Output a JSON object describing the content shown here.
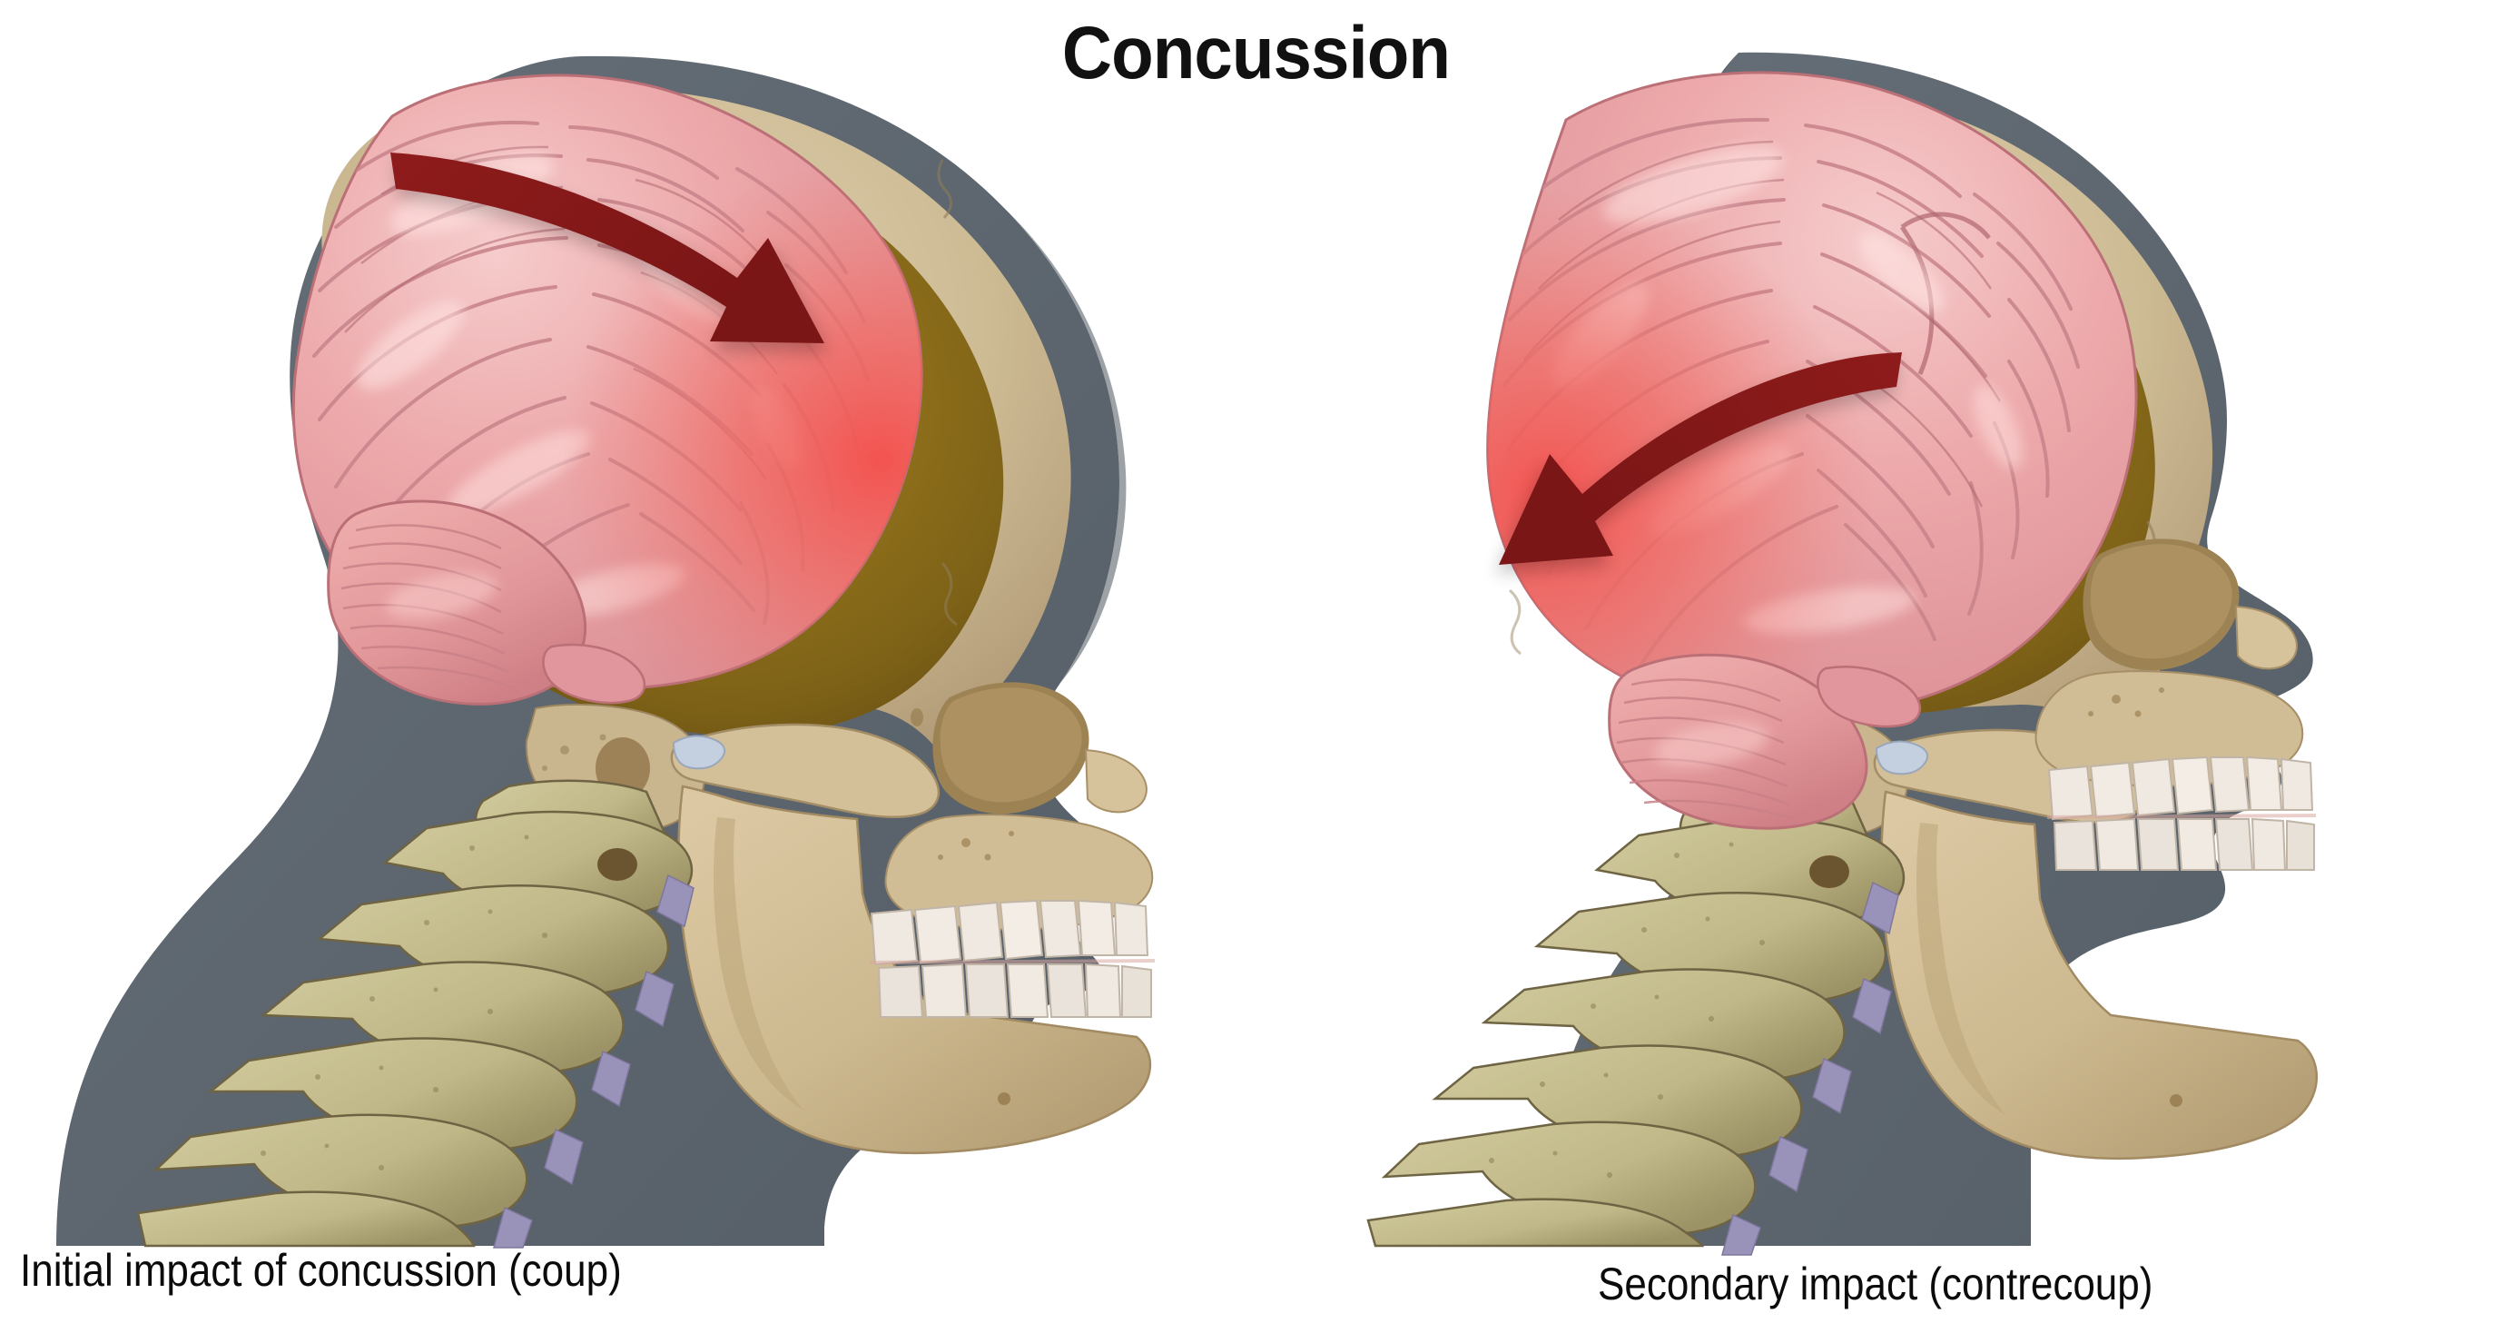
{
  "figure": {
    "title": "Concussion",
    "type": "medical-illustration",
    "subject": "Coup and contrecoup brain injury mechanism",
    "background_color": "#ffffff",
    "title_color": "#111111"
  },
  "palette": {
    "head_silhouette": "#5e6770",
    "head_silhouette_shadow": "#4d555d",
    "skull_bone": "#cdbb94",
    "skull_bone_light": "#ded0ad",
    "skull_bone_shadow": "#a8906a",
    "cranial_cavity": "#7a5e18",
    "cranial_cavity_light": "#9c7c22",
    "brain_pink": "#eaa3a6",
    "brain_pink_light": "#f3c2c2",
    "brain_pink_shadow": "#d07e86",
    "brain_impact_red": "#ef5a58",
    "brain_outline": "#b3646c",
    "arrow_maroon": "#8b1a1a",
    "arrow_maroon_dark": "#6f1414",
    "vertebra_bone": "#c5bd8f",
    "vertebra_shadow": "#9b9266",
    "vertebra_outline": "#6e6342",
    "disc_purple": "#9a93b9",
    "tooth_white": "#efe9e2",
    "tooth_shadow": "#c9c0b5",
    "caption_color": "#0b0b0b"
  },
  "panels": [
    {
      "id": "coup",
      "caption": "Initial impact of concussion (coup)",
      "arrow": {
        "name": "brain-motion-arrow",
        "direction": "right-down",
        "description": "Curved arrow sweeping from the occipital region toward the frontal lobe",
        "color": "#8b1a1a"
      },
      "impact_region": {
        "label": "frontal lobe",
        "side": "anterior",
        "color": "#ef5a58"
      },
      "structures": [
        "head-silhouette",
        "skull-bone",
        "cranial-cavity",
        "cerebrum",
        "cerebellum",
        "mandible",
        "teeth",
        "orbit",
        "zygomatic-arch",
        "cervical-vertebrae",
        "intervertebral-discs"
      ]
    },
    {
      "id": "contrecoup",
      "caption": "Secondary impact (contrecoup)",
      "arrow": {
        "name": "brain-rebound-arrow",
        "direction": "left-down",
        "description": "Curved arrow sweeping from the frontal region back toward the occipital lobe",
        "color": "#8b1a1a"
      },
      "impact_region": {
        "label": "occipital lobe",
        "side": "posterior",
        "color": "#ef5a58"
      },
      "structures": [
        "head-silhouette",
        "skull-bone",
        "cranial-cavity",
        "cerebrum",
        "cerebellum",
        "mandible",
        "teeth",
        "orbit",
        "zygomatic-arch",
        "cervical-vertebrae",
        "intervertebral-discs"
      ]
    }
  ]
}
